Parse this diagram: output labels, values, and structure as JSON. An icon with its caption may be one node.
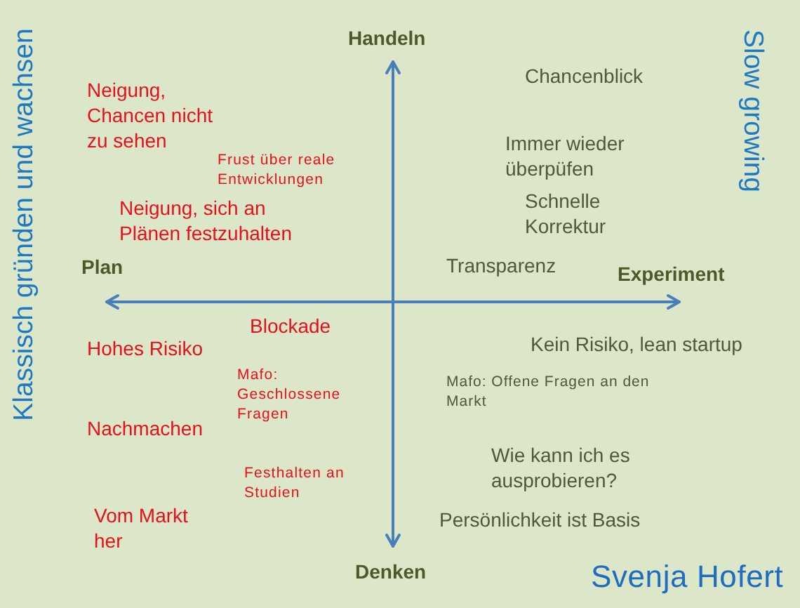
{
  "diagram": {
    "labels": [
      "Klassisch gründen und wachsen",
      "Handeln",
      "Slow growing",
      "Chancenblick",
      "Neigung, Chancen nicht zu sehen",
      "Immer wieder überpüfen",
      "Frust über reale Entwicklungen",
      "Schnelle Korrektur",
      "Neigung, sich an Plänen festzuhalten",
      "Plan",
      "Transparenz",
      "Experiment",
      "Blockade",
      "Kein Risiko, lean startup",
      "Hohes Risiko",
      "Mafo: Geschlossene Fragen",
      "Mafo: Offene Fragen an den Markt",
      "Nachmachen",
      "Wie kann ich es ausprobieren?",
      "Festhalten an Studien",
      "Persönlichkeit ist Basis",
      "Vom Markt her",
      "Denken",
      "Svenja Hofert"
    ]
  }
}
